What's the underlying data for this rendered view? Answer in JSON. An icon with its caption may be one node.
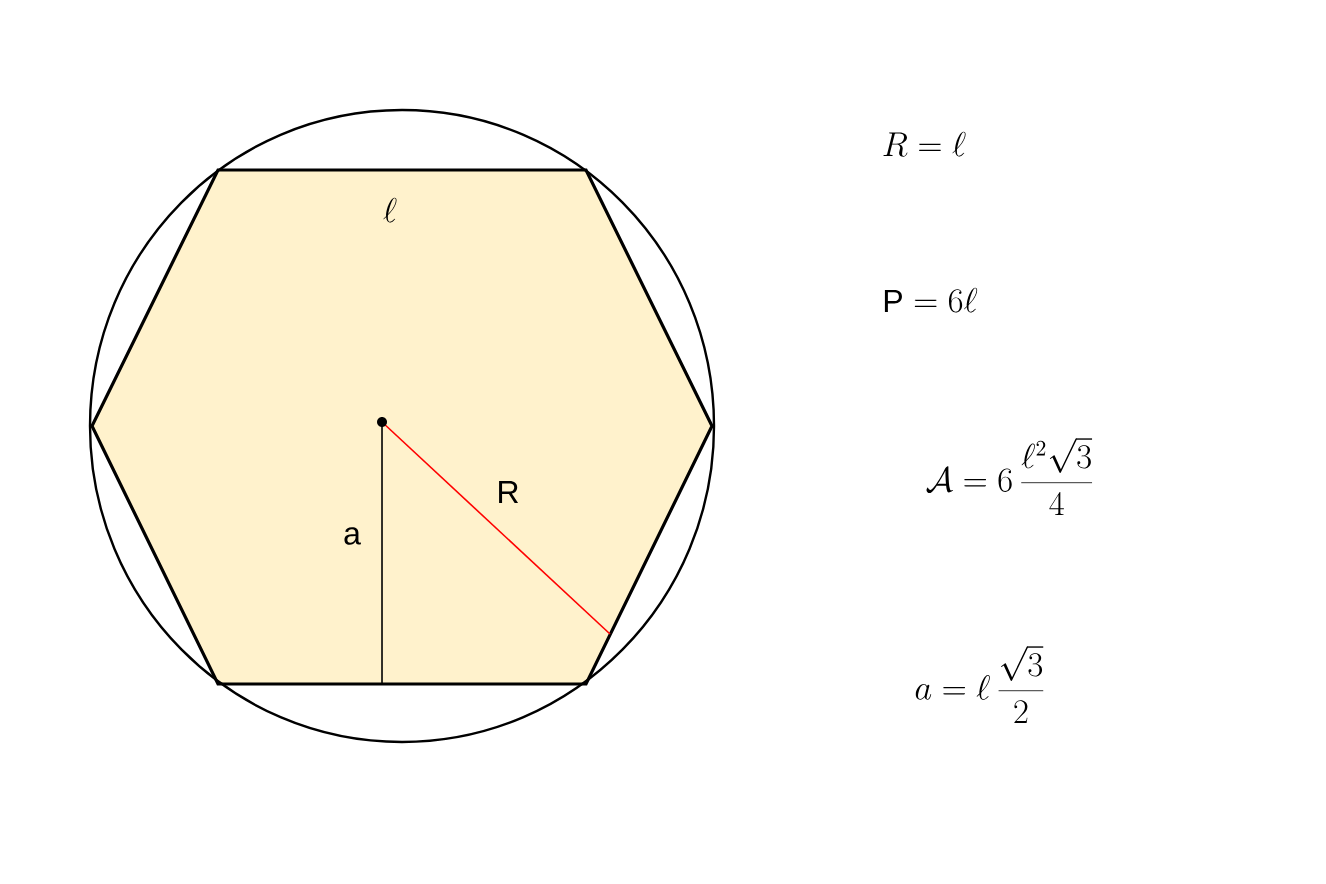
{
  "diagram": {
    "labels": [
      "\\ell",
      "a",
      "R",
      "R = \\ell",
      "\\mathrm{P} = 6\\ell",
      "\\mathcal{A} = 6\\,\\frac{\\ell^{2}\\sqrt{3}}{4}",
      "a = \\ell\\,\\frac{\\sqrt{3}}{2}"
    ]
  }
}
